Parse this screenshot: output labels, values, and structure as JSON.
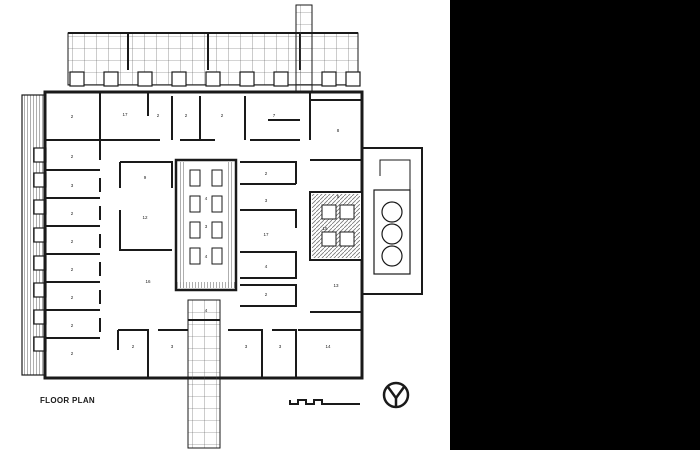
{
  "caption": "FLOOR PLAN",
  "room_labels": [
    "2",
    "2",
    "3",
    "7",
    "8",
    "9",
    "2",
    "2",
    "12",
    "13",
    "14",
    "15",
    "16",
    "17",
    "17",
    "2",
    "2",
    "2",
    "2",
    "2",
    "2",
    "2",
    "2",
    "3",
    "4",
    "2",
    "2",
    "3",
    "3",
    "3",
    "3",
    "4",
    "5",
    "4",
    "4"
  ],
  "colors": {
    "ink": "#1a1a1a",
    "paper": "#ffffff",
    "hatch": "#6b6b6b",
    "background": "#000000"
  },
  "icons": [
    "north-arrow-icon",
    "scale-bar-icon"
  ]
}
